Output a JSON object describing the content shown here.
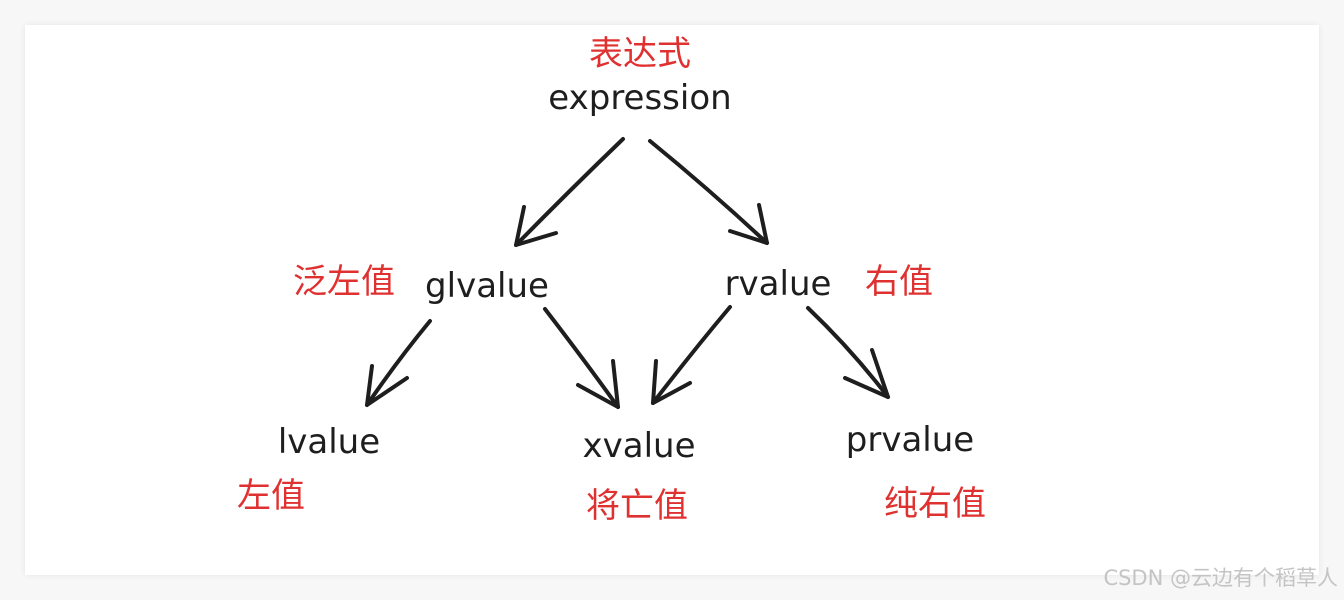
{
  "nodes": {
    "expression": {
      "term": "expression",
      "cn": "表达式"
    },
    "glvalue": {
      "term": "glvalue",
      "cn": "泛左值"
    },
    "rvalue": {
      "term": "rvalue",
      "cn": "右值"
    },
    "lvalue": {
      "term": "lvalue",
      "cn": "左值"
    },
    "xvalue": {
      "term": "xvalue",
      "cn": "将亡值"
    },
    "prvalue": {
      "term": "prvalue",
      "cn": "纯右值"
    }
  },
  "edges": [
    {
      "from": "expression",
      "to": "glvalue"
    },
    {
      "from": "expression",
      "to": "rvalue"
    },
    {
      "from": "glvalue",
      "to": "lvalue"
    },
    {
      "from": "glvalue",
      "to": "xvalue"
    },
    {
      "from": "rvalue",
      "to": "xvalue"
    },
    {
      "from": "rvalue",
      "to": "prvalue"
    }
  ],
  "colors": {
    "term": "#1e1e1e",
    "chinese_label": "#e03131",
    "arrow": "#1e1e1e",
    "watermark": "#c4c4c4"
  },
  "watermark": "CSDN @云边有个稻草人"
}
